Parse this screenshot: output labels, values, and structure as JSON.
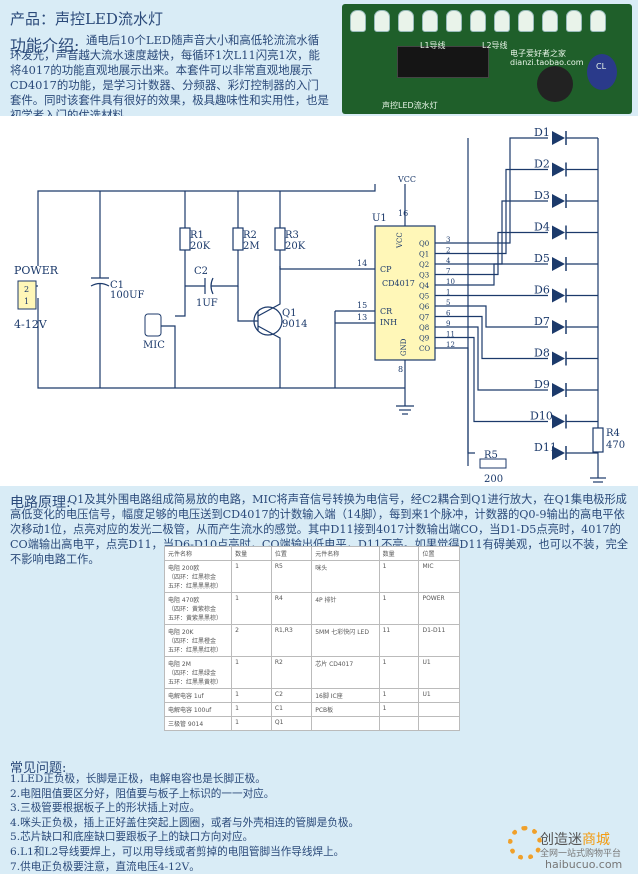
{
  "title": "产品：声控LED流水灯",
  "intro": {
    "heading": "功能介绍:",
    "text": "通电后10个LED随声音大小和高低轮流流水循环发光，声音越大流水速度越快，每循环1次L11闪亮1次，能将4017的功能直观地展示出来。本套件可以非常直观地展示CD4017的功能，是学习计数器、分频器、彩灯控制器的入门套件。同时该套件具有很好的效果，极具趣味性和实用性，也是初学者入门的优选材料。"
  },
  "photo": {
    "labels": [
      "L1导线",
      "L2导线",
      "电子爱好者之家",
      "dianzi.taobao.com",
      "声控LED流水灯",
      "CL"
    ]
  },
  "schematic": {
    "power_label": "POWER",
    "voltage_label": "4-12V",
    "connector_pins": [
      "2",
      "1"
    ],
    "vcc": "VCC",
    "c1": {
      "name": "C1",
      "value": "100UF"
    },
    "c2": {
      "name": "C2",
      "value": "1UF"
    },
    "r1": {
      "name": "R1",
      "value": "20K"
    },
    "r2": {
      "name": "R2",
      "value": "2M"
    },
    "r3": {
      "name": "R3",
      "value": "20K"
    },
    "r4": {
      "name": "R4",
      "value": "470"
    },
    "r5": {
      "name": "R5",
      "value": "200"
    },
    "q1": {
      "name": "Q1",
      "value": "9014"
    },
    "mic": "MIC",
    "u1": {
      "name": "U1",
      "part": "CD4017",
      "vcc": "VCC",
      "gnd": "GND",
      "cp": "CP",
      "cr": "CR",
      "inh": "INH"
    },
    "pins": {
      "p16": "16",
      "p8": "8",
      "p14": "14",
      "p15": "15",
      "p13": "13"
    },
    "outputs": [
      "Q0",
      "Q1",
      "Q2",
      "Q3",
      "Q4",
      "Q5",
      "Q6",
      "Q7",
      "Q8",
      "Q9",
      "CO"
    ],
    "out_pins": [
      "3",
      "2",
      "4",
      "7",
      "10",
      "1",
      "5",
      "6",
      "9",
      "11",
      "12"
    ],
    "leds": [
      "D1",
      "D2",
      "D3",
      "D4",
      "D5",
      "D6",
      "D7",
      "D8",
      "D9",
      "D10",
      "D11"
    ]
  },
  "principle": {
    "heading": "电路原理:",
    "text": "Q1及其外围电路组成简易放的电路，MIC将声音信号转换为电信号，经C2耦合到Q1进行放大，在Q1集电极形成高低变化的电压信号，幅度足够的电压送到CD4017的计数输入端（14脚），每到来1个脉冲，计数器的Q0-9输出的高电平依次移动1位，点亮对应的发光二极管，从而产生流水的感觉。其中D11接到4017计数输出端CO，当D1-D5点亮时，4017的CO端输出高电平，点亮D11，当D6-D10点亮时，CO端输出低电平，D11不亮。如果觉得D11有碍美观，也可以不装，完全不影响电路工作。"
  },
  "parts_table": [
    [
      "元件名称",
      "数量",
      "位置",
      "元件名称",
      "数量",
      "位置"
    ],
    [
      "电阻 200欧\n（四环：红黑棕金\n五环：红黑黑黑棕）",
      "1",
      "R5",
      "咪头",
      "1",
      "MIC"
    ],
    [
      "电阻 470欧\n（四环：黄紫棕金\n五环：黄紫黑黑棕）",
      "1",
      "R4",
      "4P 排针",
      "1",
      "POWER"
    ],
    [
      "电阻 20K\n（四环：红黑橙金\n五环：红黑黑红棕）",
      "2",
      "R1,R3",
      "5MM 七彩快闪 LED",
      "11",
      "D1-D11"
    ],
    [
      "电阻 2M\n（四环：红黑绿金\n五环：红黑黑黄棕）",
      "1",
      "R2",
      "芯片 CD4017",
      "1",
      "U1"
    ],
    [
      "电解电容 1uf",
      "1",
      "C2",
      "16脚 IC座",
      "1",
      "U1"
    ],
    [
      "电解电容 100uf",
      "1",
      "C1",
      "PCB板",
      "1",
      ""
    ],
    [
      "三极管 9014",
      "1",
      "Q1",
      "",
      "",
      ""
    ]
  ],
  "faq": {
    "heading": "常见问题:",
    "items": [
      "1.LED正负极，长脚是正极，电解电容也是长脚正极。",
      "2.电阻阻值要区分好，阻值要与板子上标识的一一对应。",
      "3.三极管要根据板子上的形状插上对应。",
      "4.咪头正负极，插上正好盖住突起上圆圈，或者与外壳相连的管脚是负极。",
      "5.芯片缺口和底座缺口要跟板子上的缺口方向对应。",
      "6.L1和L2导线要焊上，可以用导线或者剪掉的电阻管脚当作导线焊上。",
      "7.供电正负极要注意，直流电压4-12V。"
    ]
  },
  "logo": {
    "main_a": "创造迷",
    "main_b": "商城",
    "sub": "全网一站式购物平台",
    "url": "haibucuo.com"
  }
}
